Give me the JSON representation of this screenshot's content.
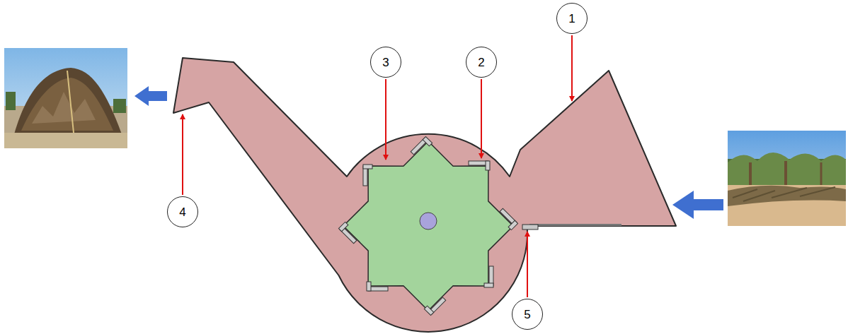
{
  "diagram": {
    "nodes": [
      {
        "text": [
          "3"
        ]
      },
      {
        "text": [
          "2"
        ]
      },
      {
        "text": [
          "1"
        ]
      },
      {
        "text": [
          "4"
        ]
      },
      {
        "text": [
          "5"
        ]
      }
    ]
  }
}
